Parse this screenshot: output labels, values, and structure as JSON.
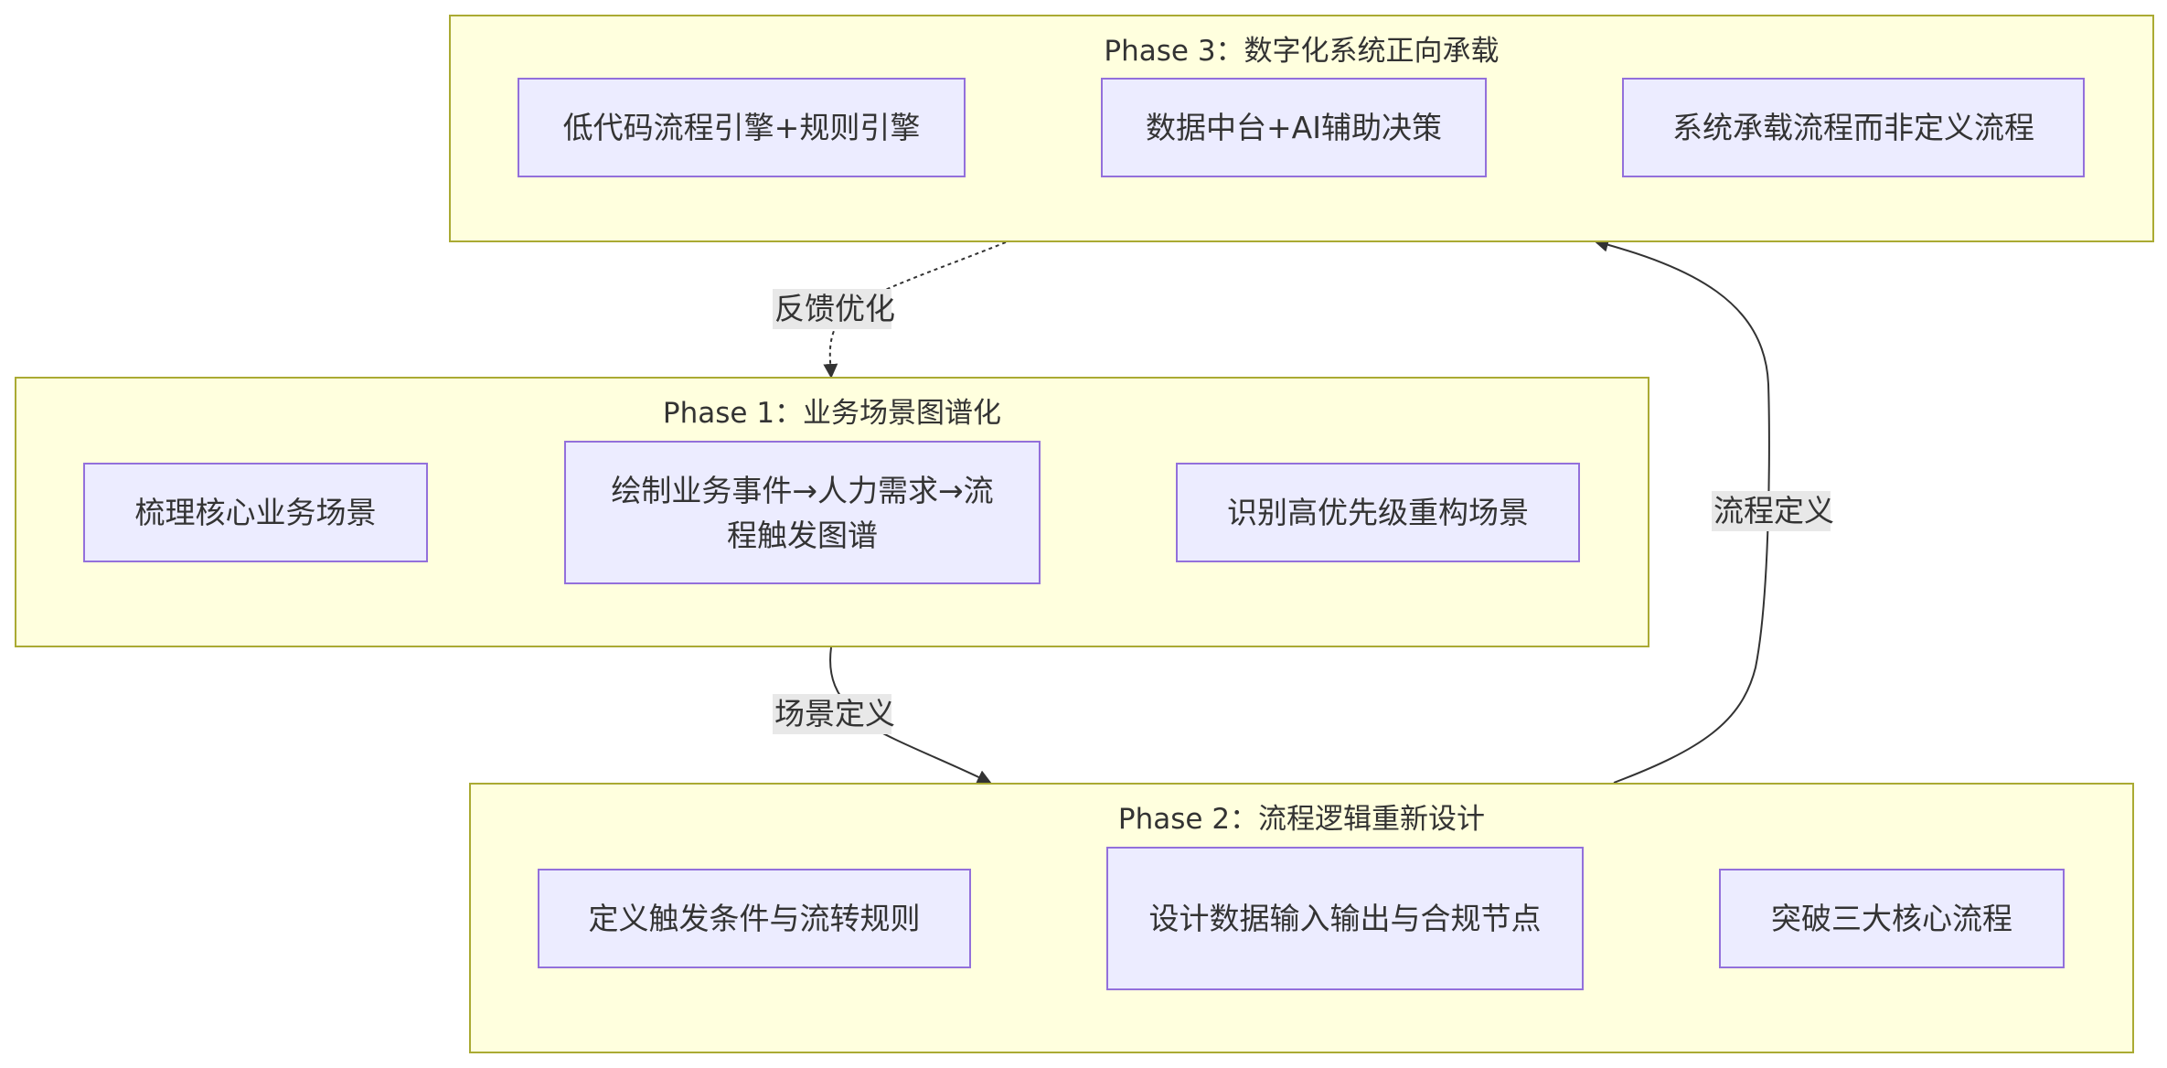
{
  "phase3": {
    "title": "Phase 3：数字化系统正向承载",
    "nodes": [
      "低代码流程引擎+规则引擎",
      "数据中台+AI辅助决策",
      "系统承载流程而非定义流程"
    ]
  },
  "phase1": {
    "title": "Phase 1：业务场景图谱化",
    "nodes": [
      "梳理核心业务场景",
      "绘制业务事件→人力需求→流程触发图谱",
      "识别高优先级重构场景"
    ]
  },
  "phase2": {
    "title": "Phase 2：流程逻辑重新设计",
    "nodes": [
      "定义触发条件与流转规则",
      "设计数据输入输出与合规节点",
      "突破三大核心流程"
    ]
  },
  "edges": {
    "feedback": "反馈优化",
    "scene_def": "场景定义",
    "flow_def": "流程定义"
  },
  "colors": {
    "cluster_fill": "#ffffde",
    "cluster_border": "#aaaa33",
    "node_fill": "#ececff",
    "node_border": "#9370db",
    "edge": "#333333",
    "edge_label_bg": "#e8e8e8"
  }
}
